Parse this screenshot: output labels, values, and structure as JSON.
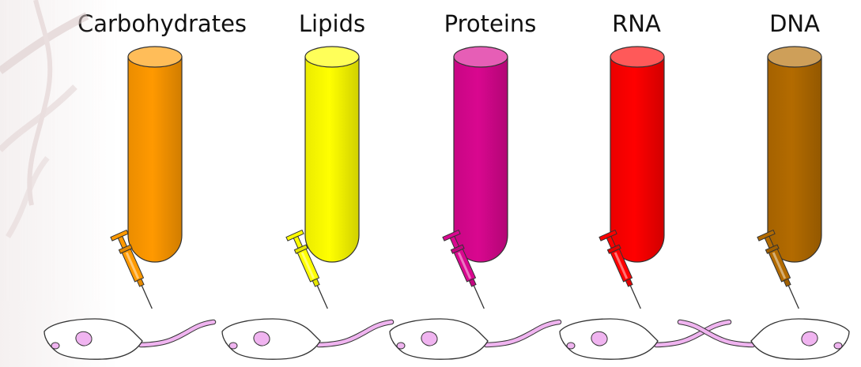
{
  "panels": [
    {
      "label": "Carbohydrates",
      "color": "#ff9900"
    },
    {
      "label": "Lipids",
      "color": "#ffff00"
    },
    {
      "label": "Proteins",
      "color": "#d9078f"
    },
    {
      "label": "RNA",
      "color": "#ff0000"
    },
    {
      "label": "DNA",
      "color": "#b36b00"
    }
  ],
  "mouse_color": "#f0b4f0",
  "icons": {
    "tube": "test-tube-icon",
    "syringe": "syringe-icon",
    "mouse": "mouse-icon"
  }
}
